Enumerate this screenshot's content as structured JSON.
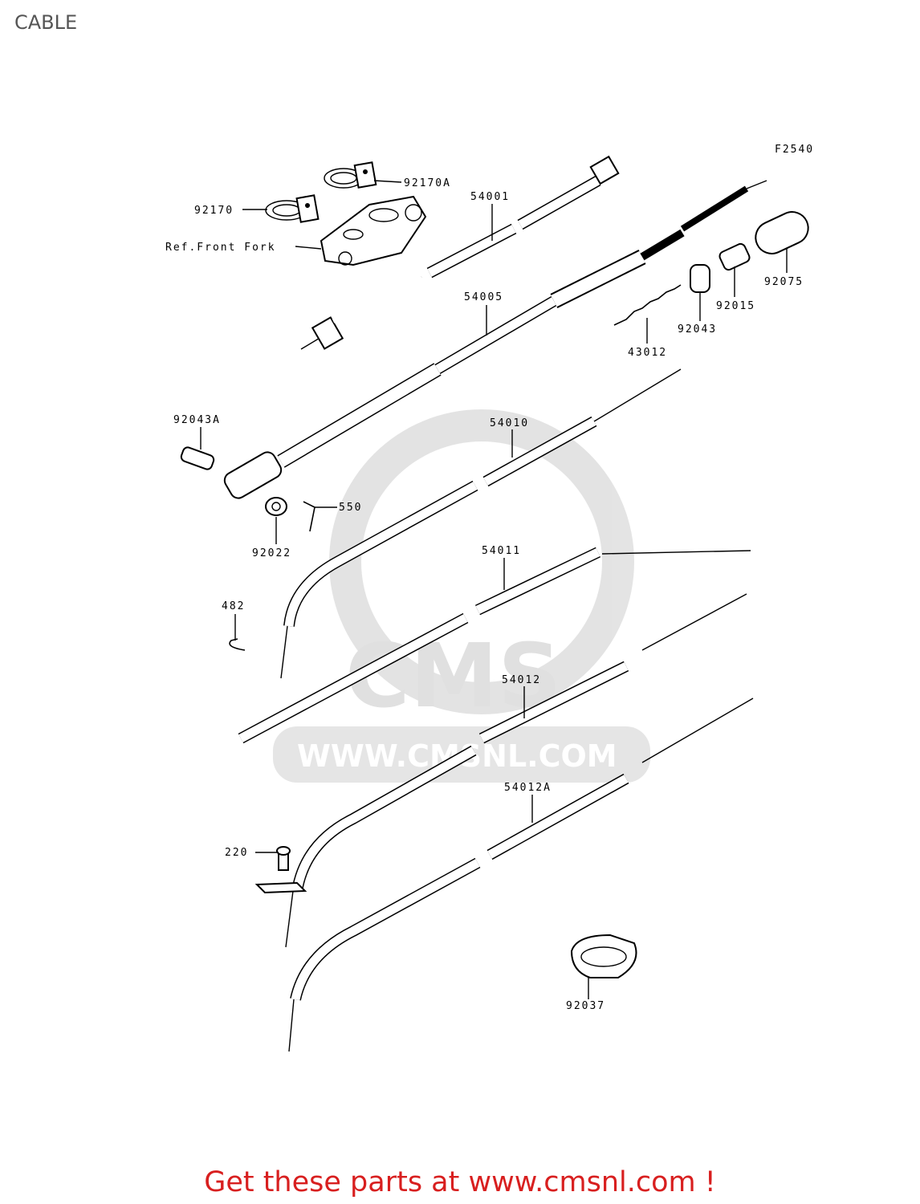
{
  "title": "CABLE",
  "figure_code": "F2540",
  "watermark": "WWW.CMSNL.COM",
  "watermark_logo": "CMS",
  "footer": "Get these parts at www.cmsnl.com !",
  "labels": {
    "p92170A": "92170A",
    "p92170": "92170",
    "ref_front_fork": "Ref.Front Fork",
    "p54001": "54001",
    "p92075": "92075",
    "p92015": "92015",
    "p54005": "54005",
    "p92043": "92043",
    "p43012": "43012",
    "p92043A": "92043A",
    "p54010": "54010",
    "p550": "550",
    "p92022": "92022",
    "p54011": "54011",
    "p482": "482",
    "p54012": "54012",
    "p54012A": "54012A",
    "p220": "220",
    "p92037": "92037"
  }
}
